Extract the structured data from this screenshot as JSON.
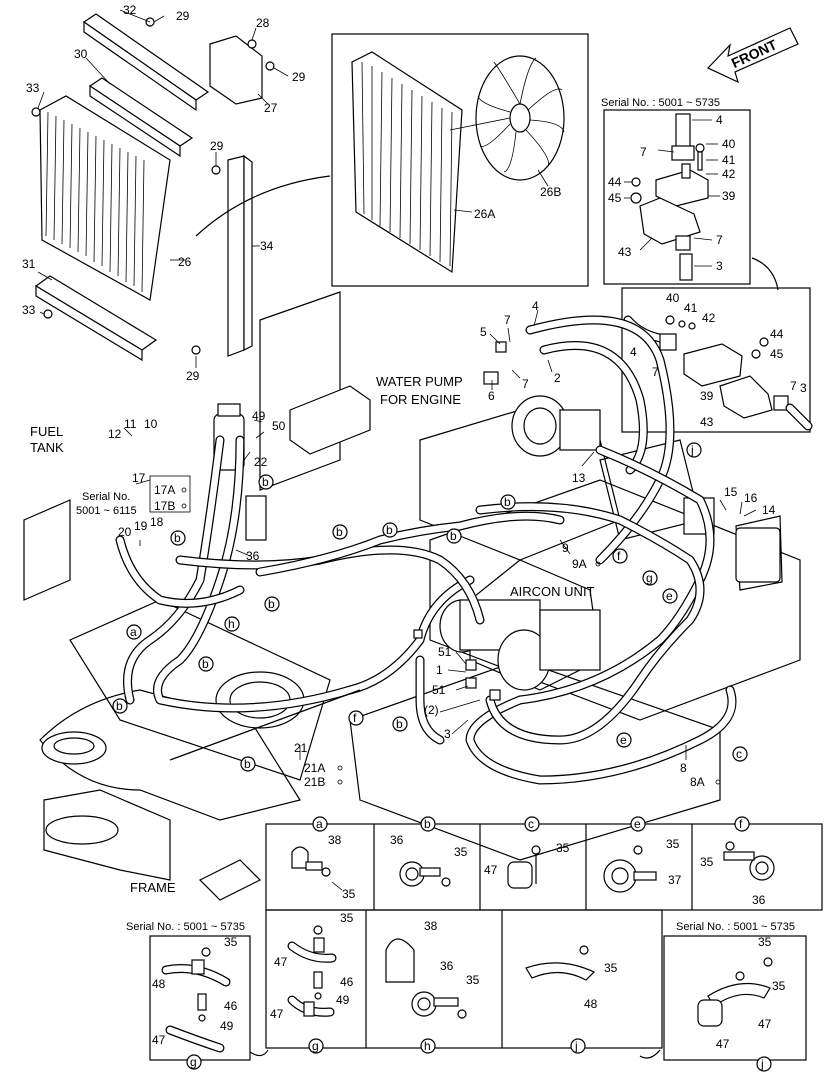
{
  "front_label": "FRONT",
  "text_labels": {
    "water_pump": [
      "WATER PUMP",
      "FOR ENGINE"
    ],
    "fuel_tank": [
      "FUEL",
      "TANK"
    ],
    "aircon_unit": "AIRCON UNIT",
    "frame": "FRAME",
    "serial_5001_6115": [
      "Serial No.",
      "5001 ~ 6115"
    ],
    "serial_top_right": "Serial No. : 5001 ~ 5735",
    "serial_bottom_left": "Serial No. : 5001 ~ 5735",
    "serial_bottom_right": "Serial No. : 5001 ~ 5735"
  },
  "part_numbers": {
    "p32": "32",
    "p29a": "29",
    "p28": "28",
    "p30": "30",
    "p29b": "29",
    "p27": "27",
    "p33a": "33",
    "p29c": "29",
    "p26": "26",
    "p34": "34",
    "p31": "31",
    "p33b": "33",
    "p29d": "29",
    "p26A": "26A",
    "p26B": "26B",
    "p4a": "4",
    "p7a": "7",
    "p40a": "40",
    "p41a": "41",
    "p42a": "42",
    "p44a": "44",
    "p45a": "45",
    "p39a": "39",
    "p43a": "43",
    "p7b": "7",
    "p3a": "3",
    "p40b": "40",
    "p41b": "41",
    "p42b": "42",
    "p44b": "44",
    "p45b": "45",
    "p4b": "4",
    "p7c": "7",
    "p39b": "39",
    "p43b": "43",
    "p7d": "7",
    "p3b": "3",
    "p5": "5",
    "p7e": "7",
    "p4c": "4",
    "p2": "2",
    "p7f": "7",
    "p6": "6",
    "p11": "11",
    "p10": "10",
    "p12": "12",
    "p49a": "49",
    "p50": "50",
    "p22": "22",
    "p17": "17",
    "p17A": "17A",
    "p17B": "17B",
    "p18": "18",
    "p19": "19",
    "p20": "20",
    "p36a": "36",
    "p13": "13",
    "p15": "15",
    "p16": "16",
    "p14": "14",
    "p9": "9",
    "p9A": "9A",
    "p51a": "51",
    "p1": "1",
    "p51b": "51",
    "p2b": "(2)",
    "p3c": "3",
    "p21": "21",
    "p21A": "21A",
    "p21B": "21B",
    "p8": "8",
    "p8A": "8A",
    "d38": "38",
    "d35a": "35",
    "d36a": "36",
    "d35b": "35",
    "d47a": "47",
    "d35c": "35",
    "d35d": "35",
    "d37": "37",
    "d35e": "35",
    "d36b": "36",
    "g35": "35",
    "g48": "48",
    "g46": "46",
    "g49": "49",
    "g47": "47",
    "g2_35": "35",
    "g2_47": "47",
    "g2_46": "46",
    "g2_49": "49",
    "g2_47b": "47",
    "h38": "38",
    "h36": "36",
    "h35": "35",
    "j35": "35",
    "j48": "48",
    "jr35": "35",
    "jr35b": "35",
    "jr47": "47",
    "jr47b": "47"
  },
  "callouts": {
    "a1": "a",
    "b1": "b",
    "b2": "b",
    "b3": "b",
    "b4": "b",
    "b5": "b",
    "b6": "b",
    "b7": "b",
    "b8": "b",
    "b9": "b",
    "b10": "b",
    "b11": "b",
    "c1": "c",
    "e1": "e",
    "e2": "e",
    "f1": "f",
    "f2": "f",
    "g1": "g",
    "h1": "h",
    "j1": "j"
  },
  "detail_letters": [
    "a",
    "b",
    "c",
    "e",
    "f"
  ],
  "detail_bottom_letters": {
    "g_left": "g",
    "g_mid": "g",
    "h": "h",
    "j": "j",
    "j_right": "j"
  }
}
